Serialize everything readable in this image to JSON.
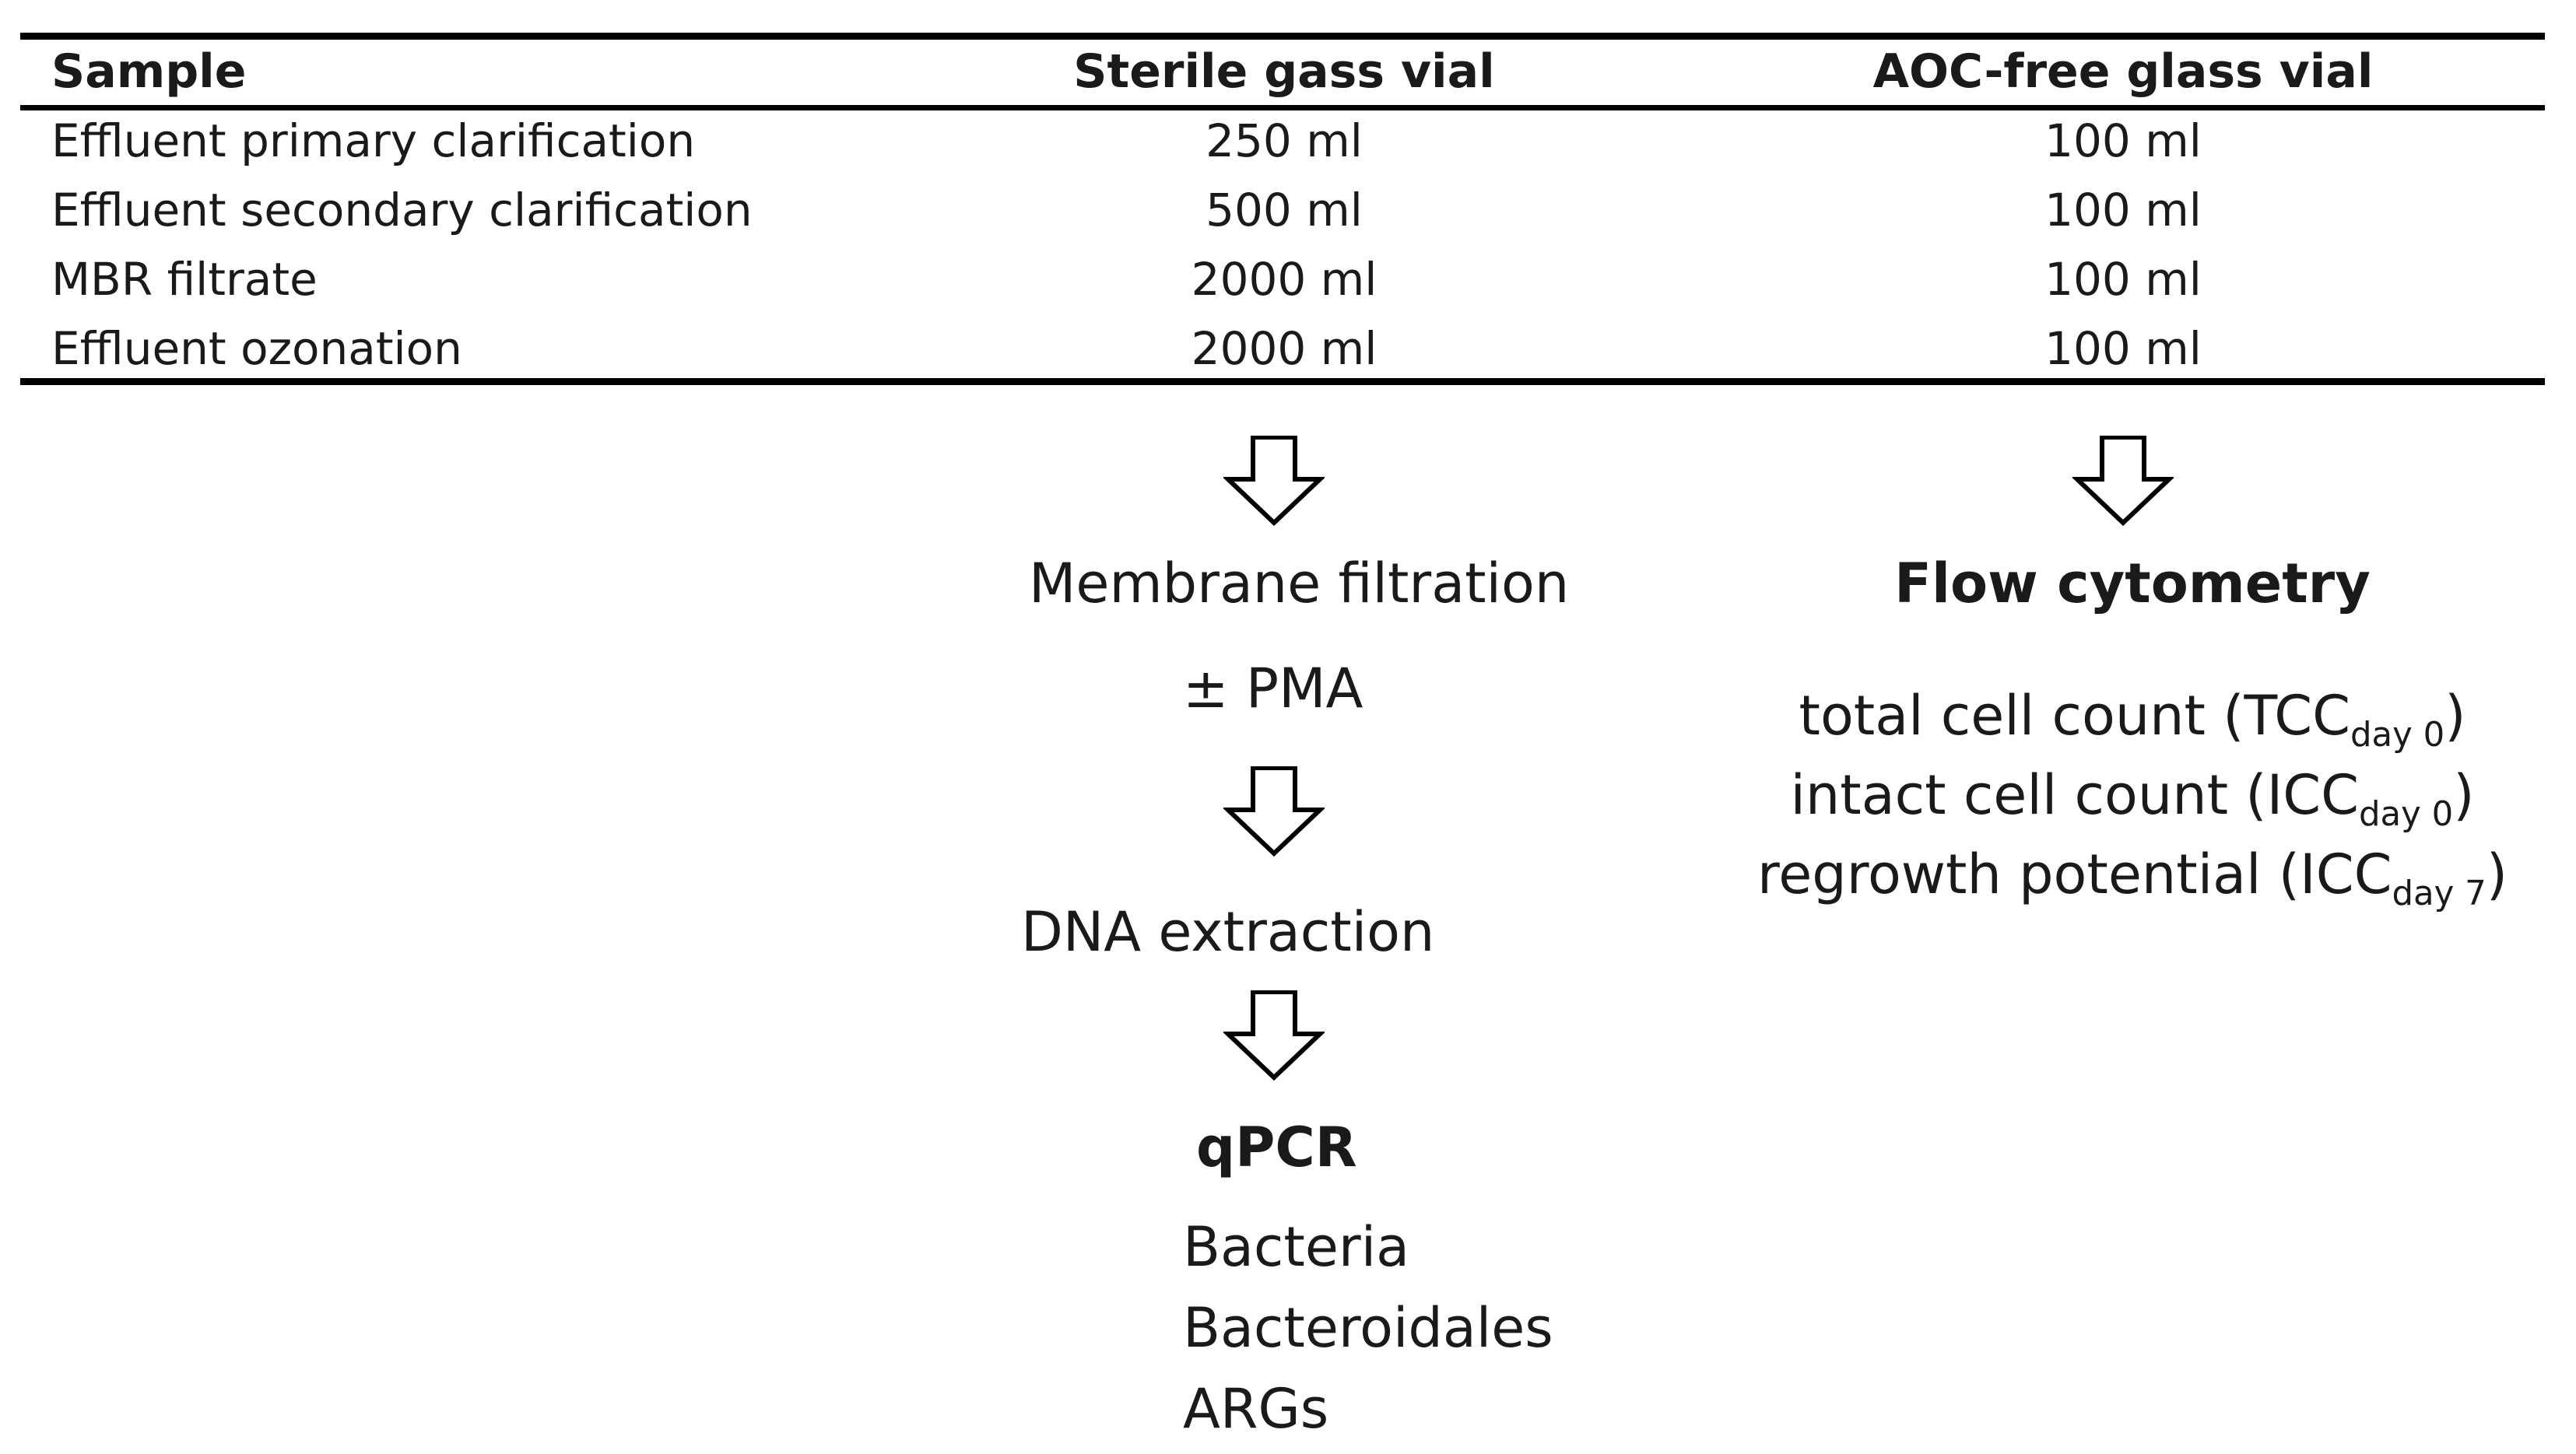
{
  "table": {
    "headers": [
      "Sample",
      "Sterile gass vial",
      "AOC-free glass vial"
    ],
    "rows": [
      [
        "Effluent primary clarification",
        "250 ml",
        "100 ml"
      ],
      [
        "Effluent secondary clarification",
        "500 ml",
        "100 ml"
      ],
      [
        "MBR filtrate",
        "2000 ml",
        "100 ml"
      ],
      [
        "Effluent ozonation",
        "2000 ml",
        "100 ml"
      ]
    ]
  },
  "left_branch": {
    "step1": "Membrane filtration",
    "step2": "± PMA",
    "step3": "DNA extraction",
    "method": "qPCR",
    "targets": [
      "Bacteria",
      "Bacteroidales",
      "ARGs"
    ]
  },
  "right_branch": {
    "method": "Flow cytometry",
    "metrics": [
      {
        "label": "total cell count (TCC",
        "sub": "day 0",
        "close": ")"
      },
      {
        "label": "intact cell count (ICC",
        "sub": "day 0",
        "close": ")"
      },
      {
        "label": "regrowth potential (ICC",
        "sub": "day 7",
        "close": ")"
      }
    ]
  }
}
